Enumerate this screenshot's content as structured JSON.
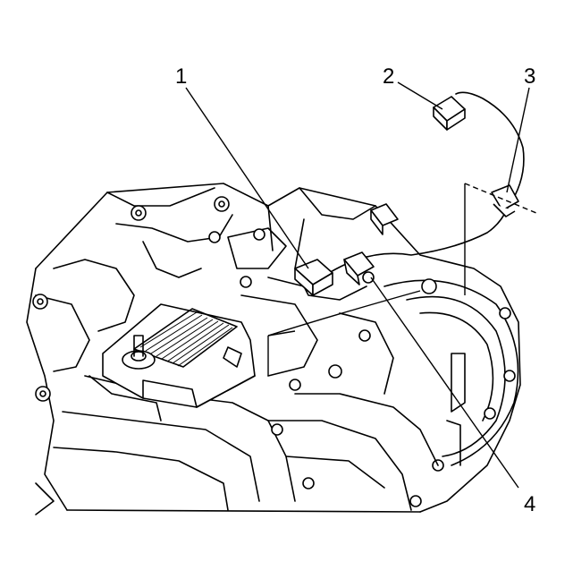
{
  "callouts": [
    {
      "id": "callout-1",
      "label": "1"
    },
    {
      "id": "callout-2",
      "label": "2"
    },
    {
      "id": "callout-3",
      "label": "3"
    },
    {
      "id": "callout-4",
      "label": "4"
    }
  ],
  "colors": {
    "ink": "#000000",
    "paper": "#ffffff"
  }
}
